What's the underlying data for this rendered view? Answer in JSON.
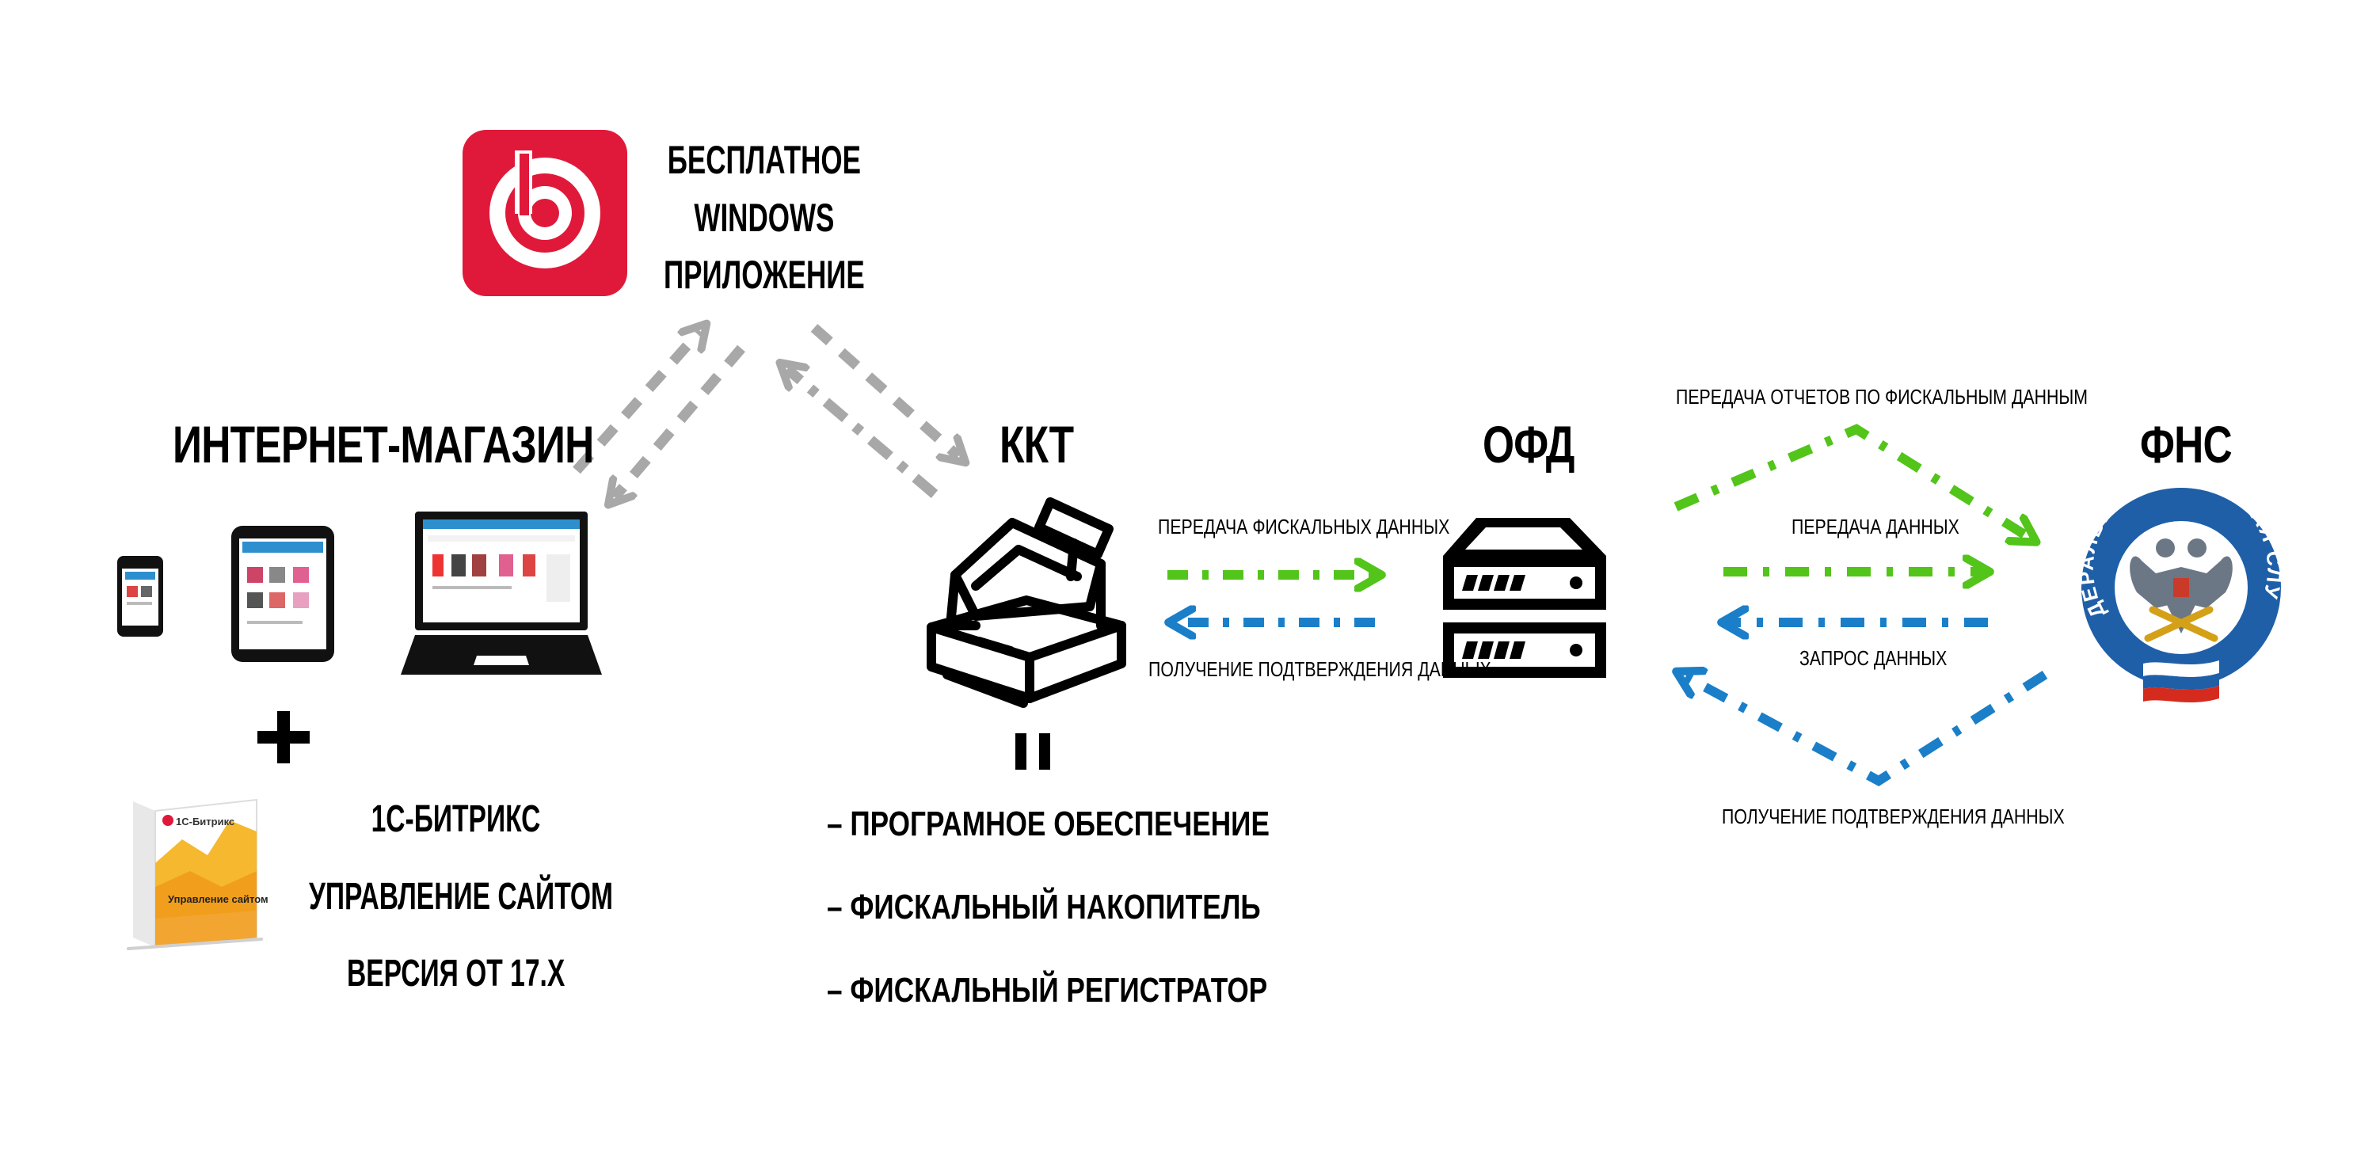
{
  "app": {
    "title": "Бесплатное\nWindows\nприложение"
  },
  "shop": {
    "heading": "Интернет-магазин",
    "plus": "+",
    "bitrix_lines": [
      "1С-Битрикс",
      "Управление сайтом",
      "версия от 17.x"
    ],
    "box_logo": "1С-Битрикс",
    "box_subtitle": "Управление сайтом"
  },
  "kkt": {
    "heading": "ККТ",
    "equals": "=",
    "items": [
      "– програмное обеспечение",
      "– фискальный накопитель",
      "– фискальный регистратор"
    ]
  },
  "ofd": {
    "heading": "ОФД",
    "send_label": "Передача фискальных данных",
    "confirm_label": "Получение подтверждения данных"
  },
  "fns": {
    "heading": "ФНС",
    "emblem_text": "ФЕДЕРАЛЬНАЯ НАЛОГОВАЯ СЛУЖБА",
    "reports_label": "Передача  отчетов по фискальным данным",
    "data_label": "Передача данных",
    "request_label": "Запрос данных",
    "confirm_label": "Получение подтверждения данных"
  },
  "colors": {
    "bitrix_red": "#e0193a",
    "arrow_gray": "#a8a8a8",
    "arrow_green": "#52c41a",
    "arrow_blue": "#1a7fc8",
    "emblem_blue": "#1f5fa8",
    "flag_red": "#d52b1e"
  },
  "icons": [
    "bitrix24-app-icon",
    "smartphone-icon",
    "tablet-icon",
    "laptop-icon",
    "product-box-icon",
    "cash-register-icon",
    "server-icon",
    "fns-emblem-icon"
  ]
}
